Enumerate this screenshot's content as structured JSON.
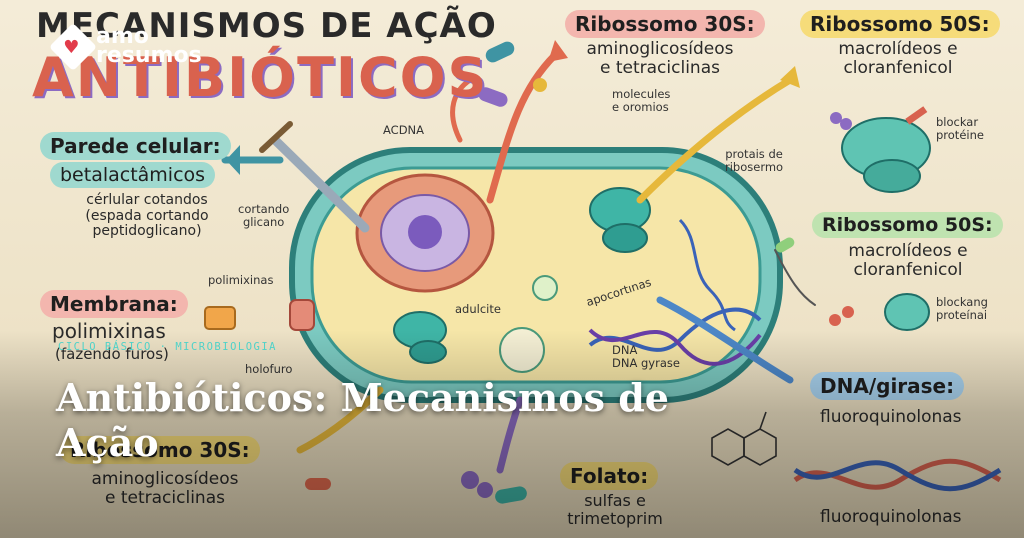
{
  "logo": {
    "line1": "amo",
    "line2": "resumos"
  },
  "heading": {
    "line1": "MECANISMOS DE AÇÃO",
    "line2": "ANTIBIÓTICOS"
  },
  "boxes": {
    "parede": {
      "title1": "Parede celular:",
      "title2": "betalactâmicos",
      "desc": [
        "cérlular cotandos",
        "(espada cortando",
        "peptidoglicano)"
      ]
    },
    "membrana": {
      "title": "Membrana:",
      "sub": "polimixinas",
      "desc": "(fazendo furos)"
    },
    "ribo30_top": {
      "title": "Ribossomo 30S:",
      "line1": "aminoglicosídeos",
      "line2": "e tetraciclinas"
    },
    "ribo50_top": {
      "title": "Ribossomo 50S:",
      "line1": "macrolídeos e",
      "line2": "cloranfenicol"
    },
    "ribo50_mid": {
      "title": "Ribossomo 50S:",
      "line1": "macrolídeos e",
      "line2": "cloranfenicol"
    },
    "dna": {
      "title": "DNA/girase:",
      "line1": "fluoroquinolonas",
      "line2": "fluoroquinolonas"
    },
    "folato": {
      "title": "Folato:",
      "line1": "sulfas e",
      "line2": "trimetoprim"
    },
    "ribo30_bottom": {
      "title": "Ribossomo 30S:",
      "line1": "aminoglicosídeos",
      "line2": "e tetraciclinas"
    }
  },
  "annotations": {
    "acdna": "ACDNA",
    "cortando": [
      "cortando",
      "glicano"
    ],
    "polimixinas": "polimixinas",
    "holofuro": "holofuro",
    "adulcite": "adulcite",
    "molecules": [
      "molecules",
      "e oromios"
    ],
    "protais": [
      "protais de",
      "ribosermo"
    ],
    "apocortinas": "apocortınas",
    "dna_gyrase": [
      "DNA",
      "DNA gyrase"
    ],
    "blockar1": [
      "blockar",
      "protéine"
    ],
    "blockar2": [
      "blockang",
      "proteínai"
    ]
  },
  "overlay": {
    "category": "CICLO BÁSICO · MICROBIOLOGIA",
    "title": "Antibióticos: Mecanismos de Ação"
  },
  "colors": {
    "teal": "#3fb5a6",
    "membrane": "#2e8f8a",
    "cytoplasm": "#f6e6a8",
    "pink_chip": "#f3b6ae",
    "yellow_chip": "#f6dc7a",
    "green_chip": "#bfe3b0",
    "blue_chip": "#a9d3ef",
    "purple": "#8c6bc2",
    "arrow_blue": "#4d87c7",
    "arrow_red": "#d8624f"
  }
}
